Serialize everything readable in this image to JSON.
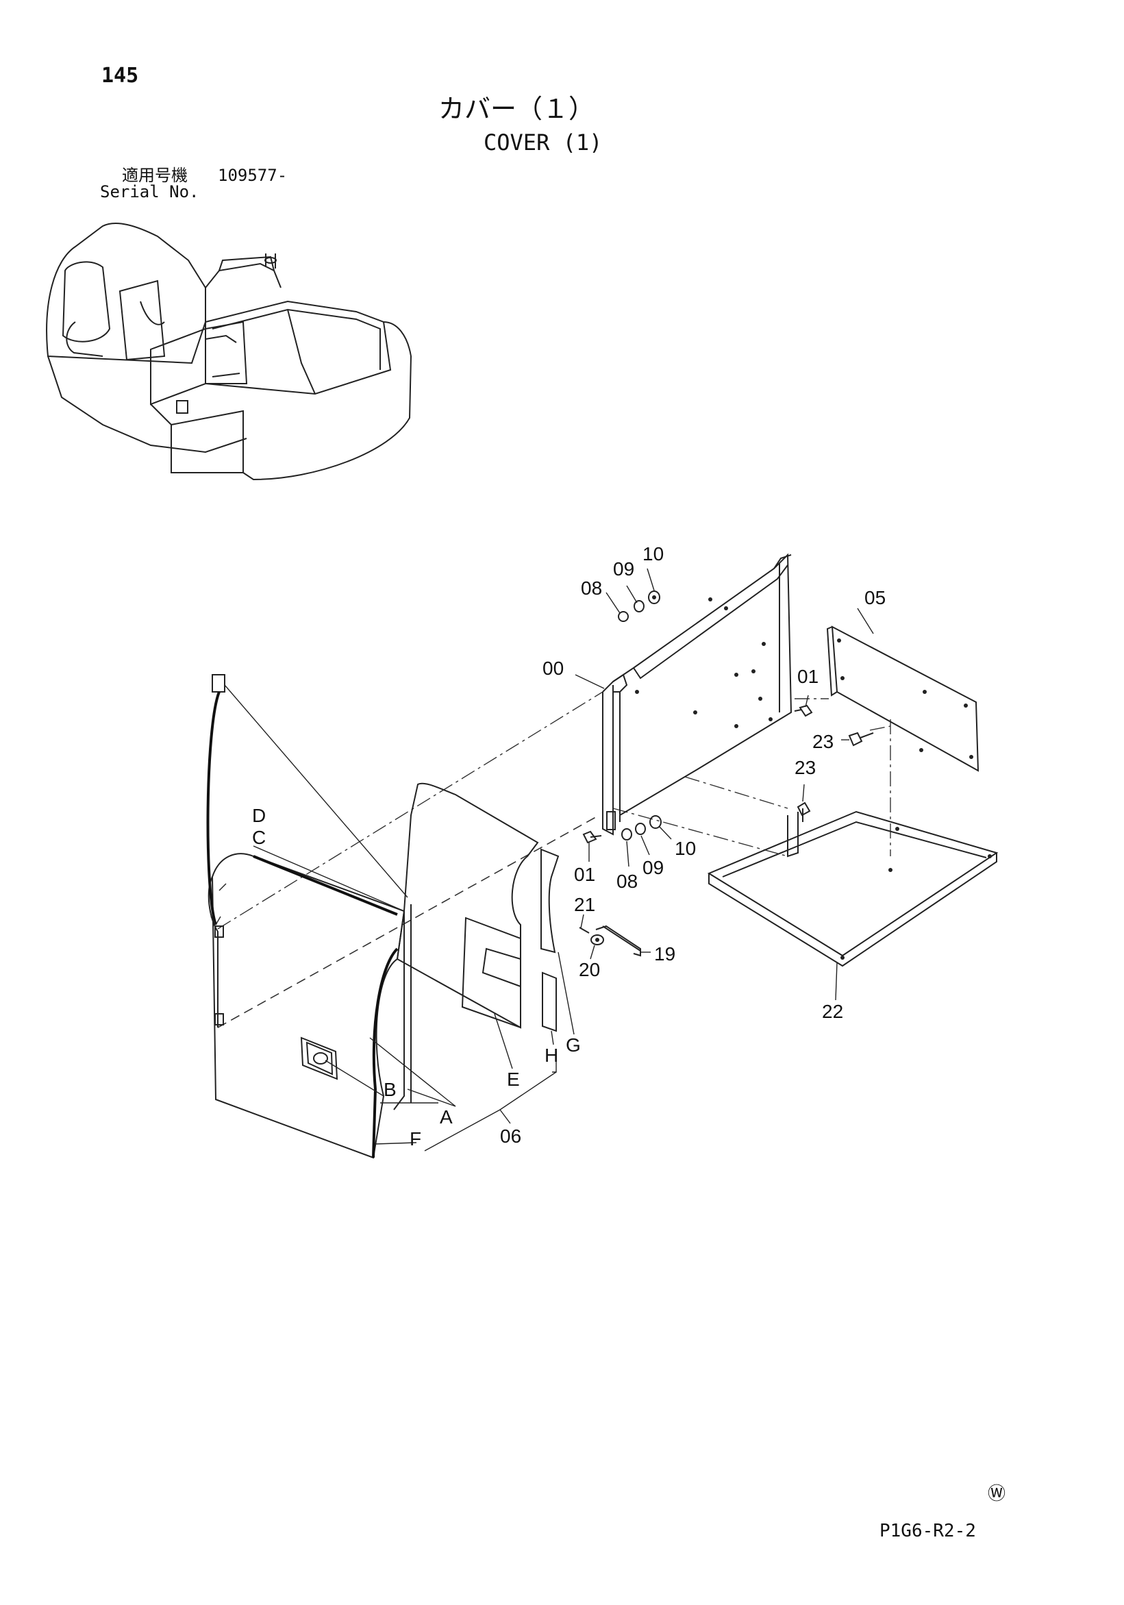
{
  "header": {
    "page_number": "145",
    "title_ja": "カバー（１）",
    "title_en": "COVER (1)",
    "serial_label_ja": "適用号機",
    "serial_value": "109577-",
    "serial_label_en": "Serial No."
  },
  "callouts": {
    "p00": "00",
    "p01a": "01",
    "p01b": "01",
    "p05": "05",
    "p06": "06",
    "p08a": "08",
    "p08b": "08",
    "p09a": "09",
    "p09b": "09",
    "p10a": "10",
    "p10b": "10",
    "p19": "19",
    "p20": "20",
    "p21": "21",
    "p22": "22",
    "p23a": "23",
    "p23b": "23",
    "A": "A",
    "B": "B",
    "C": "C",
    "D": "D",
    "E": "E",
    "F": "F",
    "G": "G",
    "H": "H"
  },
  "footer": {
    "mark": "Ⓦ",
    "reference_code": "P1G6-R2-2"
  }
}
